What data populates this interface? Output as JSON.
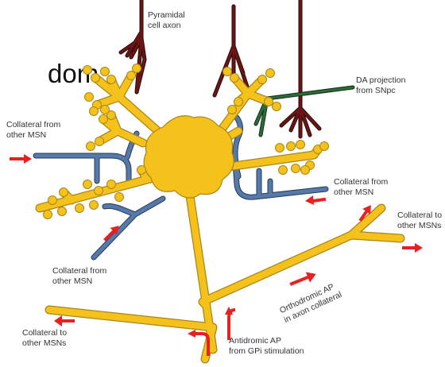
{
  "headline_fragment": "dom",
  "labels": {
    "pyramidal_axon": [
      "Pyramidal",
      "cell axon"
    ],
    "da_projection": [
      "DA projection",
      "from SNpc"
    ],
    "collateral_msn_left": [
      "Collateral from",
      "other MSN"
    ],
    "collateral_msn_right": [
      "Collateral from",
      "other MSN"
    ],
    "collateral_msn_bottom": [
      "Collateral from",
      "other MSN"
    ],
    "collateral_to_right": [
      "Collateral to",
      "other MSNs"
    ],
    "collateral_to_left": [
      "Collateral to",
      "other MSNs"
    ],
    "orthodromic": [
      "Orthodromic AP",
      "in axon collateral"
    ],
    "antidromic": [
      "Antidromic AP",
      "from GPi stimulation"
    ]
  },
  "colors": {
    "neuron": "#f5c21b",
    "pyramidal_axon": "#6b1515",
    "da_axon": "#2f6b3a",
    "msn_collateral": "#5679a8",
    "arrow": "#e82020"
  }
}
